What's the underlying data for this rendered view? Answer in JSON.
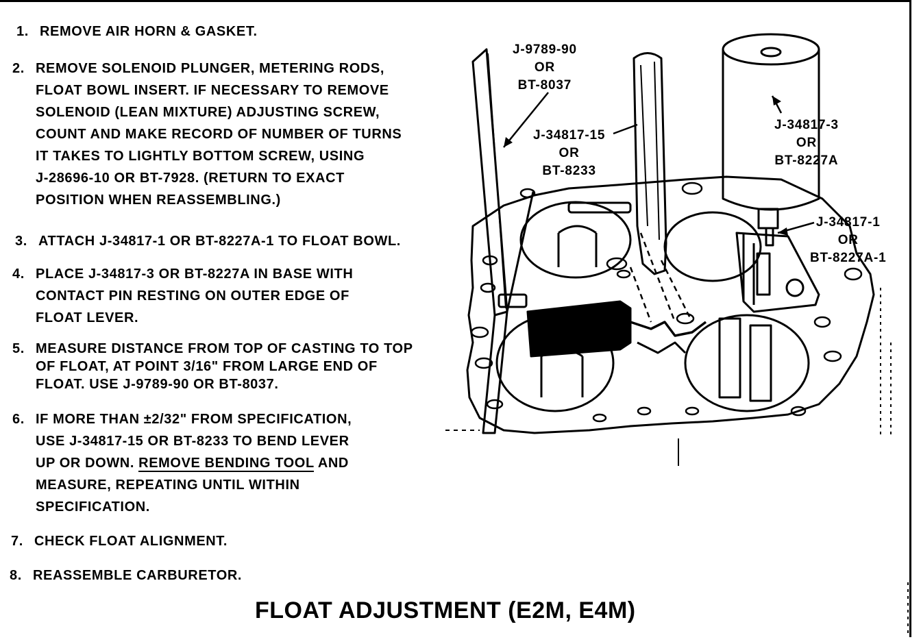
{
  "steps": [
    {
      "num": "1.",
      "text": "REMOVE AIR HORN & GASKET."
    },
    {
      "num": "2.",
      "text": "REMOVE SOLENOID PLUNGER, METERING RODS,\nFLOAT BOWL INSERT. IF NECESSARY TO REMOVE\nSOLENOID (LEAN MIXTURE) ADJUSTING SCREW,\nCOUNT AND MAKE RECORD OF NUMBER OF TURNS\nIT TAKES TO LIGHTLY BOTTOM SCREW, USING\nJ-28696-10 OR BT-7928. (RETURN TO EXACT\nPOSITION WHEN REASSEMBLING.)"
    },
    {
      "num": "3.",
      "text": "ATTACH J-34817-1 OR BT-8227A-1 TO FLOAT BOWL."
    },
    {
      "num": "4.",
      "text": "PLACE J-34817-3 OR BT-8227A IN BASE WITH\nCONTACT PIN RESTING ON OUTER EDGE OF\nFLOAT LEVER."
    },
    {
      "num": "5.",
      "text": "MEASURE DISTANCE FROM TOP OF CASTING TO TOP\nOF FLOAT, AT POINT 3/16\" FROM LARGE END OF\nFLOAT. USE J-9789-90 OR BT-8037."
    },
    {
      "num": "6.",
      "text_before": "IF MORE THAN ±2/32\" FROM SPECIFICATION,\nUSE J-34817-15 OR BT-8233 TO BEND LEVER\nUP OR DOWN. ",
      "text_underline": "REMOVE BENDING TOOL",
      "text_after": " AND\nMEASURE, REPEATING UNTIL WITHIN\nSPECIFICATION."
    },
    {
      "num": "7.",
      "text": "CHECK FLOAT ALIGNMENT."
    },
    {
      "num": "8.",
      "text": "REASSEMBLE CARBURETOR."
    }
  ],
  "labels": {
    "gauge": "J-9789-90\nOR\nBT-8037",
    "bender": "J-34817-15\nOR\nBT-8233",
    "cylinder": "J-34817-3\nOR\nBT-8227A",
    "base": "J-34817-1\nOR\nBT-8227A-1"
  },
  "title": "FLOAT ADJUSTMENT (E2M, E4M)"
}
